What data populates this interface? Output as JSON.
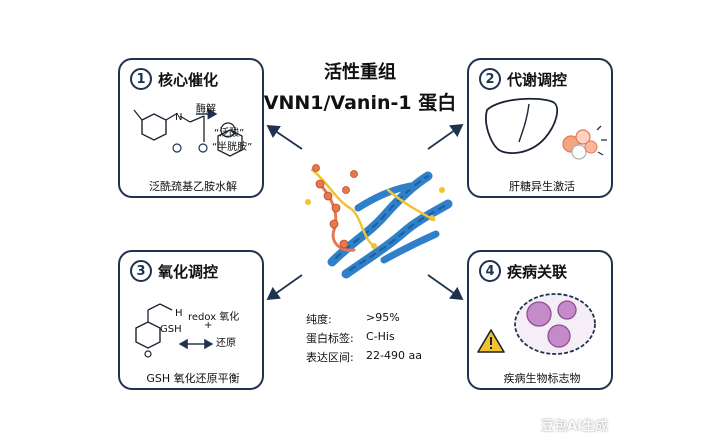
{
  "title": {
    "line1": "活性重组",
    "line2": "VNN1/Vanin-1 蛋白"
  },
  "cards": [
    {
      "number": "1",
      "title": "核心催化",
      "caption": "泛酰巯基乙胺水解",
      "reaction_label": "酶解",
      "products": [
        "“泛酸”",
        "“半胱胺”"
      ],
      "atom_label": "N"
    },
    {
      "number": "2",
      "title": "代谢调控",
      "caption": "肝糖异生激活"
    },
    {
      "number": "3",
      "title": "氧化调控",
      "caption": "GSH 氧化还原平衡",
      "redox_label": "redox 氧化",
      "plus": "+",
      "reduce_label": "还原",
      "molecule_label": "GSH",
      "h_label": "H"
    },
    {
      "number": "4",
      "title": "疾病关联",
      "caption": "疾病生物标志物"
    }
  ],
  "specs": [
    {
      "label": "纯度:",
      "value": ">95%"
    },
    {
      "label": "蛋白标签:",
      "value": "C-His"
    },
    {
      "label": "表达区间:",
      "value": "22-490 aa"
    }
  ],
  "watermark": "豆包AI生成",
  "colors": {
    "border": "#1f3350",
    "helix": "#2f80c8",
    "helix_dark": "#1c5f9e",
    "orange": "#e8774f",
    "yellow": "#f1c232",
    "virus": "#c58ac9",
    "liver_cell_orange": "#f4a582",
    "warning": "#f2c230"
  },
  "icons": [
    "arrow-icon",
    "liver-icon",
    "cells-icon",
    "warning-icon",
    "virus-icon"
  ]
}
